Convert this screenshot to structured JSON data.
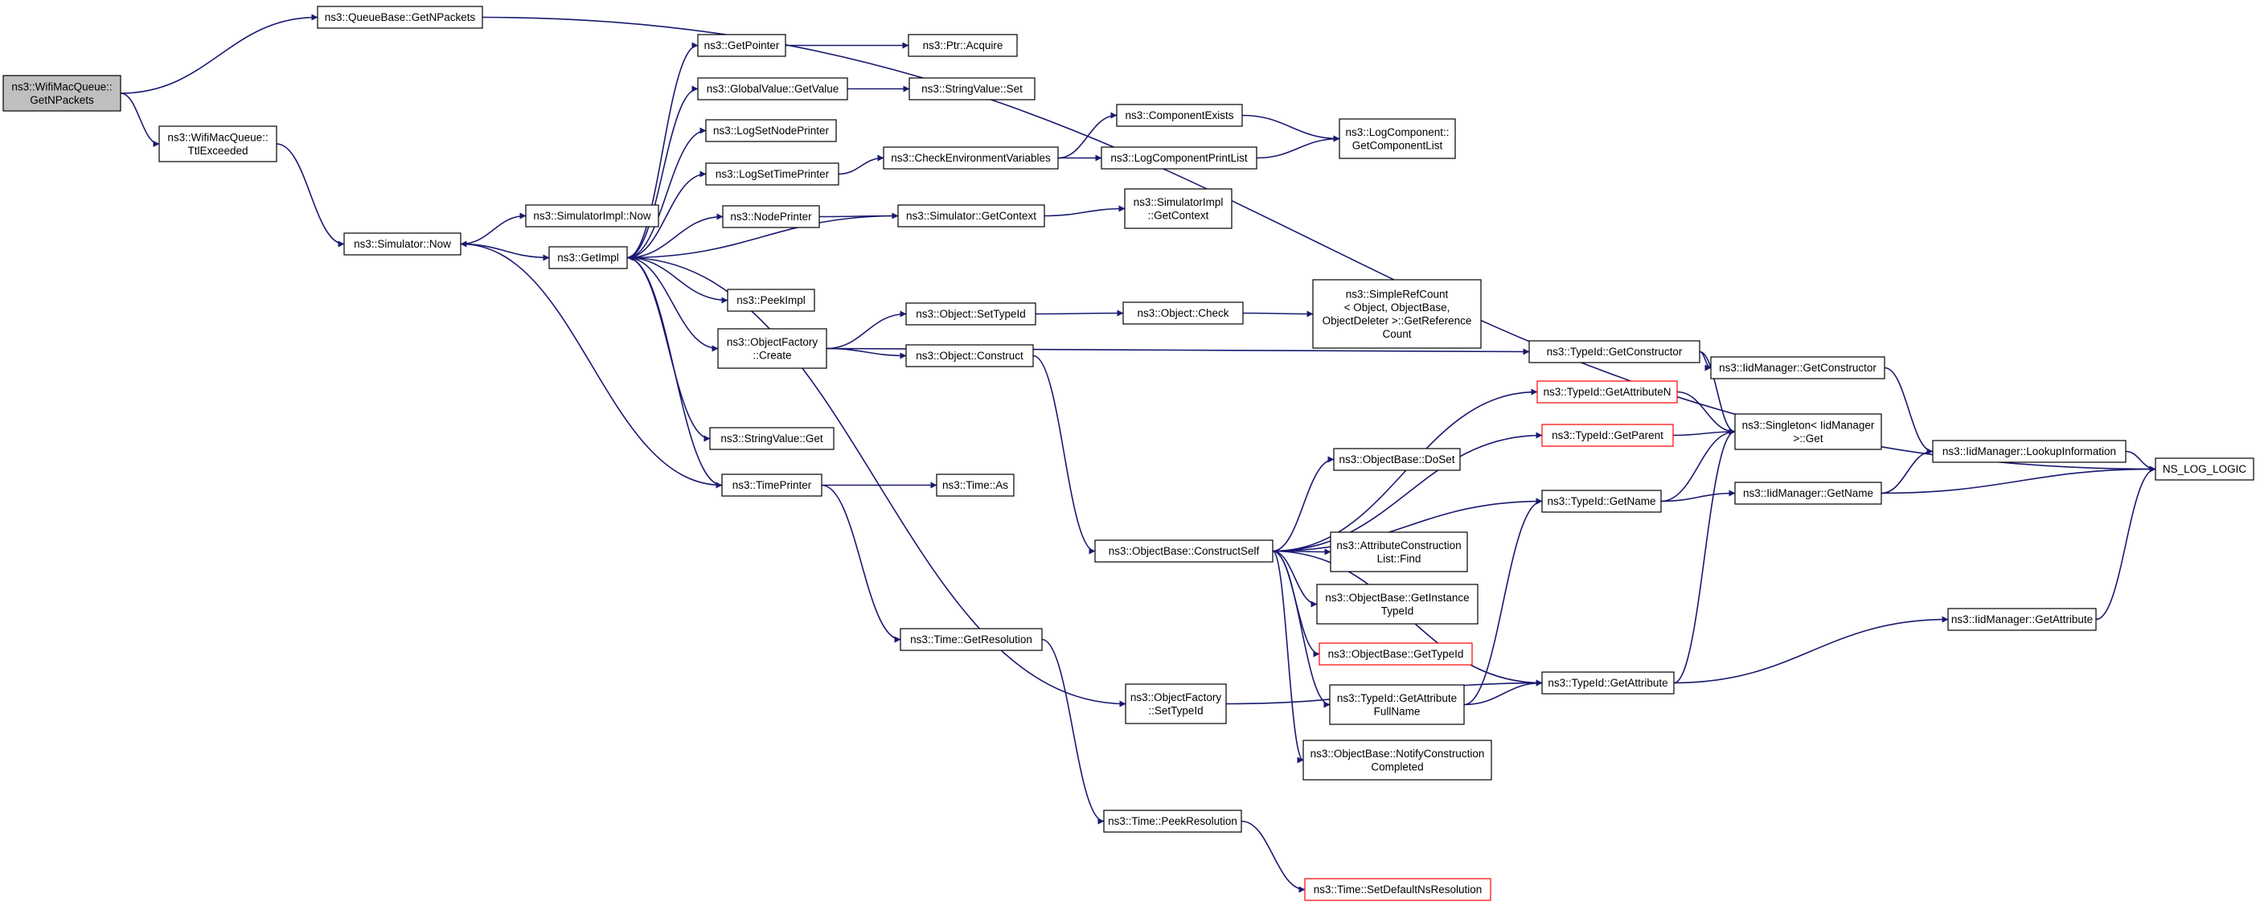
{
  "graph": {
    "edge_color": "#191970",
    "root_fill": "#bfbfbf",
    "truncated_border": "#ff0000",
    "nodes": [
      {
        "id": "n0",
        "lines": [
          "ns3::WifiMacQueue::",
          "GetNPackets"
        ],
        "style": "root"
      },
      {
        "id": "n1",
        "lines": [
          "ns3::QueueBase::GetNPackets"
        ]
      },
      {
        "id": "n2",
        "lines": [
          "ns3::WifiMacQueue::",
          "TtlExceeded"
        ]
      },
      {
        "id": "n3",
        "lines": [
          "NS_LOG_LOGIC"
        ]
      },
      {
        "id": "n4",
        "lines": [
          "ns3::Simulator::Now"
        ]
      },
      {
        "id": "n5",
        "lines": [
          "ns3::SimulatorImpl::Now"
        ]
      },
      {
        "id": "n6",
        "lines": [
          "ns3::GetImpl"
        ]
      },
      {
        "id": "n7",
        "lines": [
          "ns3::GetPointer"
        ]
      },
      {
        "id": "n8",
        "lines": [
          "ns3::GlobalValue::GetValue"
        ]
      },
      {
        "id": "n9",
        "lines": [
          "ns3::LogSetNodePrinter"
        ]
      },
      {
        "id": "n10",
        "lines": [
          "ns3::LogSetTimePrinter"
        ]
      },
      {
        "id": "n11",
        "lines": [
          "ns3::NodePrinter"
        ]
      },
      {
        "id": "n12",
        "lines": [
          "ns3::PeekImpl"
        ]
      },
      {
        "id": "n13",
        "lines": [
          "ns3::ObjectFactory",
          "::Create"
        ]
      },
      {
        "id": "n14",
        "lines": [
          "ns3::StringValue::Get"
        ]
      },
      {
        "id": "n15",
        "lines": [
          "ns3::TimePrinter"
        ]
      },
      {
        "id": "n16",
        "lines": [
          "ns3::ObjectFactory",
          "::SetTypeId"
        ]
      },
      {
        "id": "n17",
        "lines": [
          "ns3::Ptr::Acquire"
        ]
      },
      {
        "id": "n18",
        "lines": [
          "ns3::StringValue::Set"
        ]
      },
      {
        "id": "n19",
        "lines": [
          "ns3::CheckEnvironmentVariables"
        ]
      },
      {
        "id": "n20",
        "lines": [
          "ns3::Simulator::GetContext"
        ]
      },
      {
        "id": "n21",
        "lines": [
          "ns3::Object::SetTypeId"
        ]
      },
      {
        "id": "n22",
        "lines": [
          "ns3::Object::Construct"
        ]
      },
      {
        "id": "n23",
        "lines": [
          "ns3::Time::As"
        ]
      },
      {
        "id": "n24",
        "lines": [
          "ns3::Time::GetResolution"
        ]
      },
      {
        "id": "n25",
        "lines": [
          "ns3::ComponentExists"
        ]
      },
      {
        "id": "n26",
        "lines": [
          "ns3::LogComponentPrintList"
        ]
      },
      {
        "id": "n27",
        "lines": [
          "ns3::SimulatorImpl",
          "::GetContext"
        ]
      },
      {
        "id": "n28",
        "lines": [
          "ns3::Object::Check"
        ]
      },
      {
        "id": "n29",
        "lines": [
          "ns3::ObjectBase::ConstructSelf"
        ]
      },
      {
        "id": "n30",
        "lines": [
          "ns3::Time::PeekResolution"
        ]
      },
      {
        "id": "n31",
        "lines": [
          "ns3::LogComponent::",
          "GetComponentList"
        ]
      },
      {
        "id": "n32",
        "lines": [
          "ns3::SimpleRefCount",
          "< Object, ObjectBase,",
          "ObjectDeleter >::GetReference",
          "Count"
        ]
      },
      {
        "id": "n33",
        "lines": [
          "ns3::ObjectBase::DoSet"
        ]
      },
      {
        "id": "n34",
        "lines": [
          "ns3::AttributeConstruction",
          "List::Find"
        ]
      },
      {
        "id": "n35",
        "lines": [
          "ns3::ObjectBase::GetInstance",
          "TypeId"
        ]
      },
      {
        "id": "n36",
        "lines": [
          "ns3::ObjectBase::GetTypeId"
        ],
        "style": "truncated"
      },
      {
        "id": "n37",
        "lines": [
          "ns3::TypeId::GetAttribute",
          "FullName"
        ]
      },
      {
        "id": "n38",
        "lines": [
          "ns3::ObjectBase::NotifyConstruction",
          "Completed"
        ]
      },
      {
        "id": "n39",
        "lines": [
          "ns3::Time::SetDefaultNsResolution"
        ],
        "style": "truncated"
      },
      {
        "id": "n40",
        "lines": [
          "ns3::TypeId::GetConstructor"
        ]
      },
      {
        "id": "n41",
        "lines": [
          "ns3::TypeId::GetAttributeN"
        ],
        "style": "truncated"
      },
      {
        "id": "n42",
        "lines": [
          "ns3::TypeId::GetParent"
        ],
        "style": "truncated"
      },
      {
        "id": "n43",
        "lines": [
          "ns3::TypeId::GetName"
        ]
      },
      {
        "id": "n44",
        "lines": [
          "ns3::TypeId::GetAttribute"
        ]
      },
      {
        "id": "n45",
        "lines": [
          "ns3::IidManager::GetConstructor"
        ]
      },
      {
        "id": "n46",
        "lines": [
          "ns3::Singleton< IidManager",
          ">::Get"
        ]
      },
      {
        "id": "n47",
        "lines": [
          "ns3::IidManager::GetName"
        ]
      },
      {
        "id": "n48",
        "lines": [
          "ns3::IidManager::LookupInformation"
        ]
      },
      {
        "id": "n49",
        "lines": [
          "ns3::IidManager::GetAttribute"
        ]
      }
    ],
    "edges": [
      [
        "n0",
        "n1"
      ],
      [
        "n0",
        "n2"
      ],
      [
        "n1",
        "n3"
      ],
      [
        "n2",
        "n4"
      ],
      [
        "n4",
        "n5"
      ],
      [
        "n4",
        "n6"
      ],
      [
        "n6",
        "n7"
      ],
      [
        "n6",
        "n8"
      ],
      [
        "n6",
        "n9"
      ],
      [
        "n6",
        "n10"
      ],
      [
        "n6",
        "n11"
      ],
      [
        "n6",
        "n12"
      ],
      [
        "n6",
        "n13"
      ],
      [
        "n6",
        "n14"
      ],
      [
        "n6",
        "n15"
      ],
      [
        "n6",
        "n16"
      ],
      [
        "n7",
        "n17"
      ],
      [
        "n8",
        "n18"
      ],
      [
        "n10",
        "n19"
      ],
      [
        "n11",
        "n20"
      ],
      [
        "n13",
        "n21"
      ],
      [
        "n13",
        "n22"
      ],
      [
        "n13",
        "n40"
      ],
      [
        "n15",
        "n4"
      ],
      [
        "n15",
        "n23"
      ],
      [
        "n15",
        "n24"
      ],
      [
        "n16",
        "n44"
      ],
      [
        "n19",
        "n25"
      ],
      [
        "n19",
        "n26"
      ],
      [
        "n20",
        "n27"
      ],
      [
        "n20",
        "n6"
      ],
      [
        "n21",
        "n28"
      ],
      [
        "n22",
        "n29"
      ],
      [
        "n24",
        "n30"
      ],
      [
        "n25",
        "n31"
      ],
      [
        "n26",
        "n31"
      ],
      [
        "n28",
        "n32"
      ],
      [
        "n29",
        "n33"
      ],
      [
        "n29",
        "n34"
      ],
      [
        "n29",
        "n35"
      ],
      [
        "n29",
        "n36"
      ],
      [
        "n29",
        "n37"
      ],
      [
        "n29",
        "n38"
      ],
      [
        "n29",
        "n41"
      ],
      [
        "n29",
        "n42"
      ],
      [
        "n29",
        "n43"
      ],
      [
        "n29",
        "n44"
      ],
      [
        "n30",
        "n39"
      ],
      [
        "n37",
        "n43"
      ],
      [
        "n37",
        "n44"
      ],
      [
        "n40",
        "n45"
      ],
      [
        "n40",
        "n46"
      ],
      [
        "n41",
        "n46"
      ],
      [
        "n42",
        "n46"
      ],
      [
        "n43",
        "n46"
      ],
      [
        "n43",
        "n47"
      ],
      [
        "n44",
        "n46"
      ],
      [
        "n44",
        "n49"
      ],
      [
        "n45",
        "n48"
      ],
      [
        "n47",
        "n48"
      ],
      [
        "n47",
        "n3"
      ],
      [
        "n48",
        "n3"
      ],
      [
        "n49",
        "n3"
      ]
    ]
  }
}
